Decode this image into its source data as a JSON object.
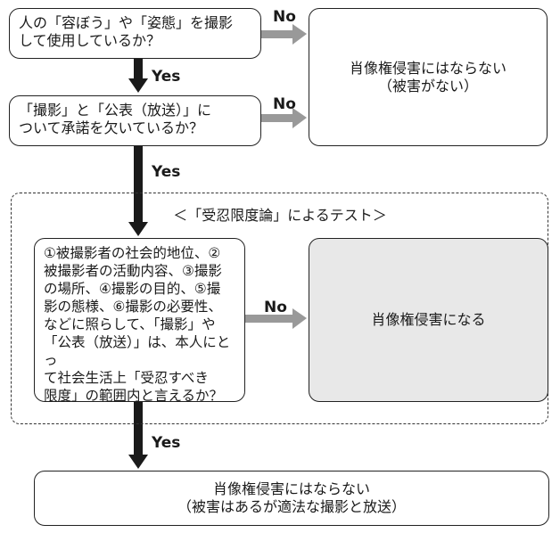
{
  "question1": {
    "lines": [
      "人の「容ぼう」や「姿態」を撮影",
      "して使用しているか？"
    ]
  },
  "question2": {
    "lines": [
      "「撮影」と「公表（放送）」に",
      "ついて承諾を欠いているか？"
    ]
  },
  "result_no_violation_1": {
    "lines": [
      "肖像権侵害にはならない",
      "（被害がない）"
    ]
  },
  "test_section": {
    "title": "＜「受忍限度論」によるテスト＞"
  },
  "question3": {
    "lines": [
      "①被撮影者の社会的地位、②",
      "被撮影者の活動内容、③撮影",
      "の場所、④撮影の目的、⑤撮",
      "影の態様、⑥撮影の必要性、",
      "などに照らして、「撮影」や",
      "「公表（放送）」は、本人にとっ",
      "て社会生活上「受忍すべき",
      "限度」の範囲内と言えるか？"
    ]
  },
  "result_violation": {
    "label": "肖像権侵害になる"
  },
  "result_no_violation_2": {
    "lines": [
      "肖像権侵害にはならない",
      "（被害はあるが適法な撮影と放送）"
    ]
  },
  "labels": {
    "no": "No",
    "yes": "Yes"
  },
  "colors": {
    "yes_arrow": "#1a1a1a",
    "no_arrow": "#999999",
    "violation_fill": "#e8e8e8",
    "border": "#222222"
  }
}
